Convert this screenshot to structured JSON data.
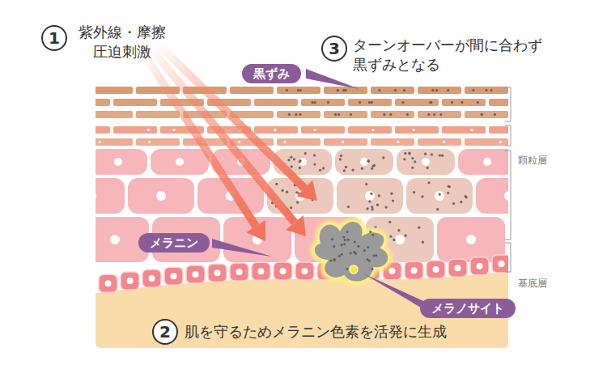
{
  "diagram": {
    "nodes": [
      {
        "text": [
          "1"
        ]
      },
      {
        "text": [
          "3"
        ]
      },
      {
        "text": [
          "黒ずみ"
        ]
      },
      {
        "text": [
          "メラニン"
        ]
      },
      {
        "text": [
          "メラノサイト"
        ]
      },
      {
        "text": [
          "2"
        ]
      }
    ],
    "labels": [
      "紫外線・摩擦 圧迫刺激",
      "ターンオーバーが間に合わず 黒ずみとなる",
      "顆粒層",
      "基底層",
      "肌を守るためメラニン色素を活発に生成"
    ]
  }
}
